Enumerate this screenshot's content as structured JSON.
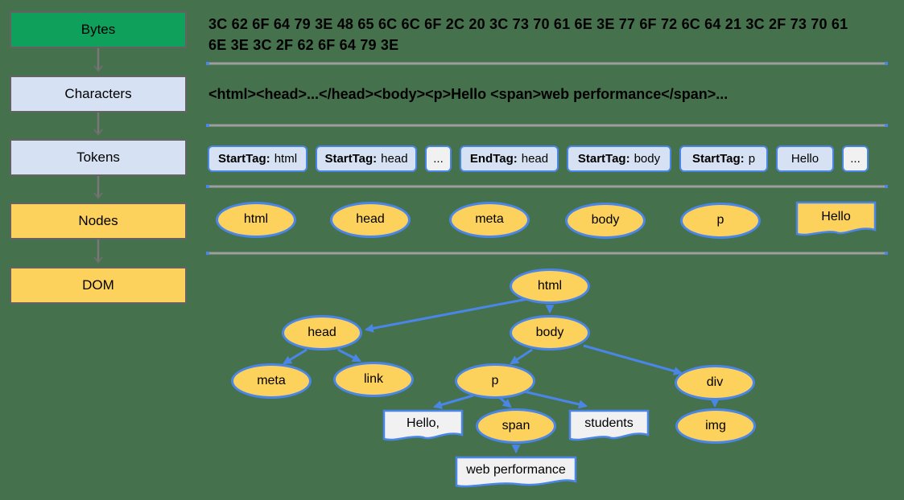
{
  "pipeline": {
    "stages": [
      {
        "id": "bytes",
        "label": "Bytes",
        "fill": "#0fa05c"
      },
      {
        "id": "characters",
        "label": "Characters",
        "fill": "#d6e2f3"
      },
      {
        "id": "tokens",
        "label": "Tokens",
        "fill": "#d6e2f3"
      },
      {
        "id": "nodes",
        "label": "Nodes",
        "fill": "#fcd15c"
      },
      {
        "id": "dom",
        "label": "DOM",
        "fill": "#fcd15c"
      }
    ]
  },
  "bytes_row": {
    "line1": "3C 62 6F 64 79 3E 48 65 6C 6C 6F 2C 20 3C 73 70 61 6E 3E 77 6F 72 6C 64 21 3C 2F 73 70 61",
    "line2": "6E 3E 3C 2F 62 6F 64 79 3E"
  },
  "characters_row": {
    "text": "<html><head>...</head><body><p>Hello <span>web performance</span>..."
  },
  "tokens_row": [
    {
      "kind": "tag",
      "prefix": "StartTag:",
      "value": "html"
    },
    {
      "kind": "tag",
      "prefix": "StartTag:",
      "value": "head"
    },
    {
      "kind": "ellipsis",
      "text": "..."
    },
    {
      "kind": "tag",
      "prefix": "EndTag:",
      "value": "head"
    },
    {
      "kind": "tag",
      "prefix": "StartTag:",
      "value": "body"
    },
    {
      "kind": "tag",
      "prefix": "StartTag:",
      "value": "p"
    },
    {
      "kind": "text",
      "text": "Hello"
    },
    {
      "kind": "ellipsis",
      "text": "..."
    }
  ],
  "nodes_row": [
    {
      "label": "html",
      "shape": "ellipse"
    },
    {
      "label": "head",
      "shape": "ellipse"
    },
    {
      "label": "meta",
      "shape": "ellipse"
    },
    {
      "label": "body",
      "shape": "ellipse"
    },
    {
      "label": "p",
      "shape": "ellipse"
    },
    {
      "label": "Hello",
      "shape": "wave"
    }
  ],
  "dom_tree": {
    "nodes": [
      {
        "id": "html",
        "label": "html",
        "type": "element"
      },
      {
        "id": "head",
        "label": "head",
        "type": "element"
      },
      {
        "id": "body",
        "label": "body",
        "type": "element"
      },
      {
        "id": "meta",
        "label": "meta",
        "type": "element"
      },
      {
        "id": "link",
        "label": "link",
        "type": "element"
      },
      {
        "id": "p",
        "label": "p",
        "type": "element"
      },
      {
        "id": "div",
        "label": "div",
        "type": "element"
      },
      {
        "id": "hello",
        "label": "Hello,",
        "type": "text"
      },
      {
        "id": "span",
        "label": "span",
        "type": "element"
      },
      {
        "id": "students",
        "label": "students",
        "type": "text"
      },
      {
        "id": "img",
        "label": "img",
        "type": "element"
      },
      {
        "id": "webperf",
        "label": "web performance",
        "type": "text"
      }
    ],
    "edges": [
      [
        "html",
        "head"
      ],
      [
        "html",
        "body"
      ],
      [
        "head",
        "meta"
      ],
      [
        "head",
        "link"
      ],
      [
        "body",
        "p"
      ],
      [
        "body",
        "div"
      ],
      [
        "p",
        "hello"
      ],
      [
        "p",
        "span"
      ],
      [
        "p",
        "students"
      ],
      [
        "span",
        "webperf"
      ],
      [
        "div",
        "img"
      ]
    ]
  },
  "colors": {
    "background": "#46714d",
    "green": "#0fa05c",
    "light_blue": "#d6e2f3",
    "yellow": "#fcd15c",
    "blue_border": "#4a86e8",
    "gray_border": "#636363",
    "divider_gray": "#9e9e9e",
    "text_node_fill": "#f1f1f1"
  }
}
